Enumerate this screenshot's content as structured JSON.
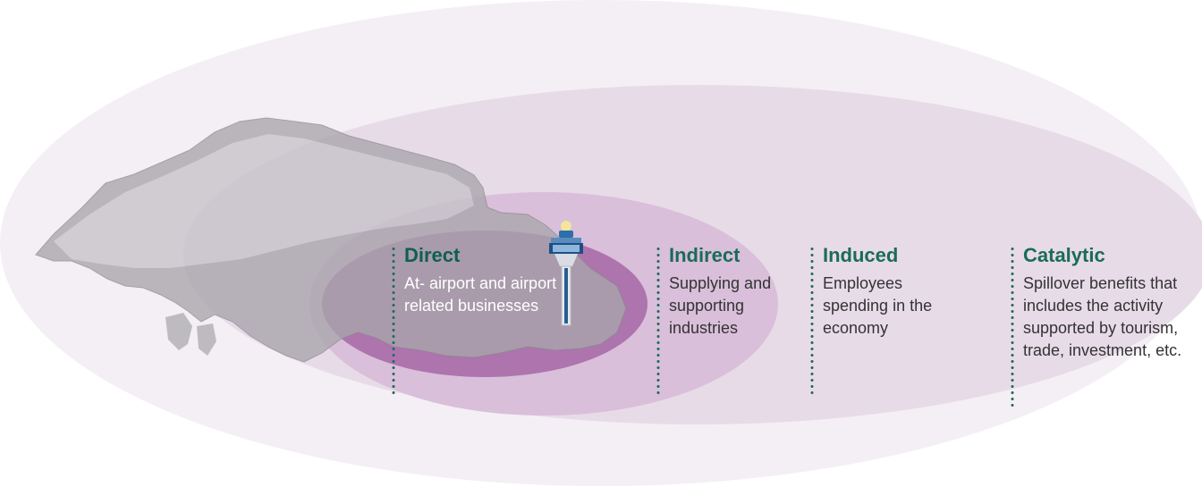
{
  "rings": {
    "outer_color": "#f3eef4",
    "middle_color": "#e7d9e7",
    "inner_color": "#c89cc9",
    "core_color": "#a768a8"
  },
  "map": {
    "fill_color": "#b6b3b8",
    "edge_color": "#8f8c92"
  },
  "tower_icon": "control-tower-icon",
  "columns": [
    {
      "key": "direct",
      "title": "Direct",
      "description": "At- airport and airport related businesses"
    },
    {
      "key": "indirect",
      "title": "Indirect",
      "description": "Supplying and supporting industries"
    },
    {
      "key": "induced",
      "title": "Induced",
      "description": "Employees spending in the economy"
    },
    {
      "key": "catalytic",
      "title": "Catalytic",
      "description": "Spillover benefits that includes the activity supported by tourism, trade, investment, etc."
    }
  ],
  "accent_color": "#1a6b5a"
}
